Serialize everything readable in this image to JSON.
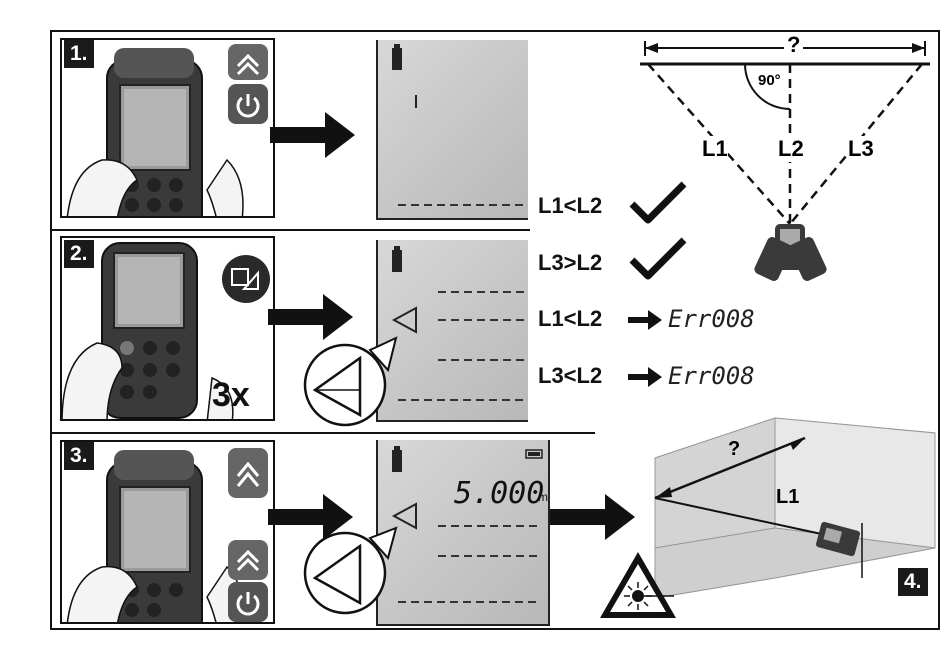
{
  "steps": {
    "s1": "1.",
    "s2": "2.",
    "s3": "3.",
    "s4": "4.",
    "press_count": "3x"
  },
  "measurement": {
    "value": "5.000",
    "unit": "m"
  },
  "diagram_top": {
    "unknown": "?",
    "angle": "90°",
    "l1": "L1",
    "l2": "L2",
    "l3": "L3"
  },
  "conditions": [
    {
      "text": "L1<L2",
      "result": "check"
    },
    {
      "text": "L3>L2",
      "result": "check"
    },
    {
      "text": "L1<L2",
      "result": "Err008"
    },
    {
      "text": "L3<L2",
      "result": "Err008"
    }
  ],
  "room": {
    "unknown": "?",
    "l1": "L1"
  },
  "icons": [
    "measure-button-icon",
    "power-button-icon",
    "indirect-measurement-icon",
    "laser-warning-icon",
    "arrow-right-icon",
    "checkmark-icon"
  ]
}
